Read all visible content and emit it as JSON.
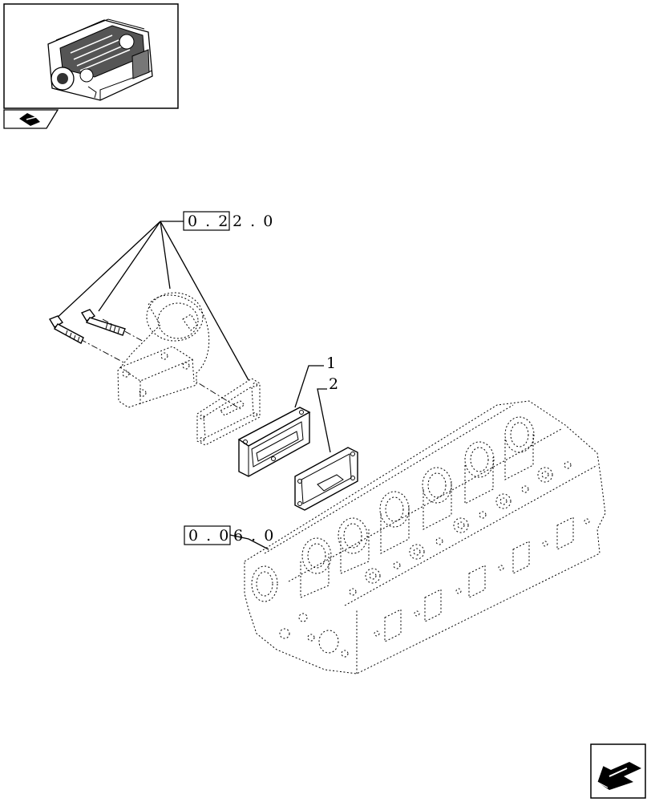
{
  "thumbnail": {
    "icon": "engine-thumbnail-icon"
  },
  "navigation": {
    "prev_icon": "prev-page-icon",
    "next_icon": "next-page-arrow-icon"
  },
  "references": {
    "top": {
      "boxed": "0 . 2",
      "rest": "2 . 0"
    },
    "bottom": {
      "boxed": "0 . 0",
      "rest": "6 . 0"
    }
  },
  "callouts": [
    {
      "label": "1"
    },
    {
      "label": "2"
    }
  ]
}
